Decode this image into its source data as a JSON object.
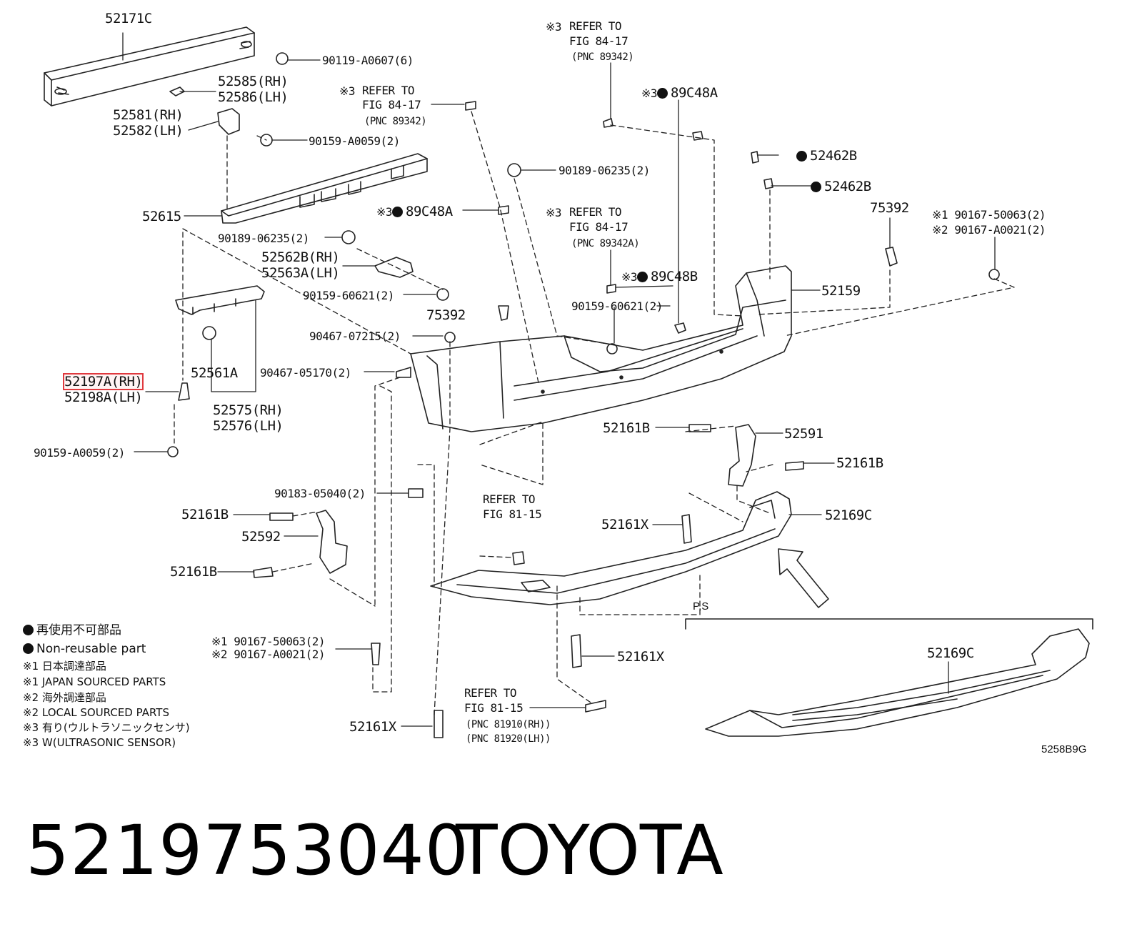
{
  "diagram": {
    "labels": {
      "p52171C": "52171C",
      "b90119": "90119-A0607(6)",
      "p52585": "52585(RH)",
      "p52586": "52586(LH)",
      "p52581": "52581(RH)",
      "p52582": "52582(LH)",
      "b90159a": "90159-A0059(2)",
      "p52615": "52615",
      "b90189a": "90189-06235(2)",
      "p52562B": "52562B(RH)",
      "p52563A": "52563A(LH)",
      "b90159b": "90159-60621(2)",
      "p52561A": "52561A",
      "p52197A": "52197A(RH)",
      "p52198A": "52198A(LH)",
      "p52575": "52575(RH)",
      "p52576": "52576(LH)",
      "b90159c": "90159-A0059(2)",
      "ref1_a": "REFER TO",
      "ref1_b": "FIG 84-17",
      "ref1_c": "(PNC 89342)",
      "ref2_a": "REFER TO",
      "ref2_b": "FIG 84-17",
      "ref2_c": "(PNC 89342)",
      "c89C48A_1": "89C48A",
      "c89C48A_2": "89C48A",
      "b90189b": "90189-06235(2)",
      "ref3_a": "REFER TO",
      "ref3_b": "FIG 84-17",
      "ref3_c": "(PNC 89342A)",
      "c89C48B": "89C48B",
      "p52462B_1": "52462B",
      "p52462B_2": "52462B",
      "p75392_1": "75392",
      "p75392_2": "75392",
      "b90167_1": "90167-50063(2)",
      "b90167_2": "90167-A0021(2)",
      "p52159": "52159",
      "b90159d": "90159-60621(2)",
      "b90467a": "90467-07215(2)",
      "b90467b": "90467-05170(2)",
      "p52161B_1": "52161B",
      "p52591": "52591",
      "p52161B_2": "52161B",
      "b90183": "90183-05040(2)",
      "ref4_a": "REFER TO",
      "ref4_b": "FIG 81-15",
      "p52161B_3": "52161B",
      "p52161X_1": "52161X",
      "p52169C_1": "52169C",
      "p52592": "52592",
      "p52161B_4": "52161B",
      "b90167_3": "90167-50063(2)",
      "b90167_4": "90167-A0021(2)",
      "p52161X_2": "52161X",
      "ref5_a": "REFER TO",
      "ref5_b": "FIG 81-15",
      "ref5_c": "(PNC 81910(RH))",
      "ref5_d": "(PNC 81920(LH))",
      "p52161X_3": "52161X",
      "p52169C_2": "52169C",
      "ps": "P,S",
      "fig_code": "5258B9G"
    },
    "marks": {
      "note3": "※3",
      "note1": "※1",
      "note2": "※2"
    },
    "legend": [
      "再使用不可部品",
      "Non-reusable part",
      "※1 日本調達部品",
      "※1 JAPAN SOURCED PARTS",
      "※2 海外調達部品",
      "※2 LOCAL SOURCED PARTS",
      "※3 有り(ウルトラソニックセンサ)",
      "※3 W(ULTRASONIC SENSOR)"
    ]
  },
  "footer": {
    "part_number": "5219753040",
    "brand": "TOYOTA"
  }
}
